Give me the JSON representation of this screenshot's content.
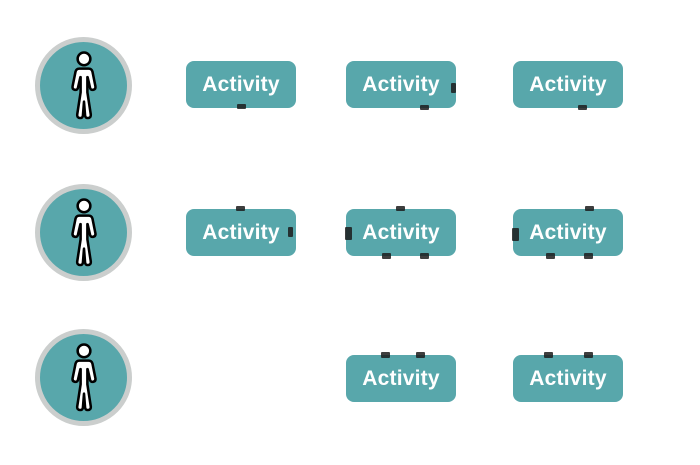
{
  "diagram": {
    "type": "activity-swimlane-diagram",
    "activity_label": "Activity",
    "actor_icon": "person-icon",
    "colors": {
      "accent_teal": "#58a7ab",
      "avatar_ring": "#cbcecd",
      "label_text": "#ffffff",
      "figure_fill": "#ffffff",
      "figure_outline": "#000000",
      "background": "#ffffff"
    },
    "rows": [
      {
        "actor": "person",
        "activity_count": 3,
        "columns": [
          2,
          3,
          4
        ]
      },
      {
        "actor": "person",
        "activity_count": 3,
        "columns": [
          2,
          3,
          4
        ]
      },
      {
        "actor": "person",
        "activity_count": 2,
        "columns": [
          3,
          4
        ]
      }
    ]
  }
}
